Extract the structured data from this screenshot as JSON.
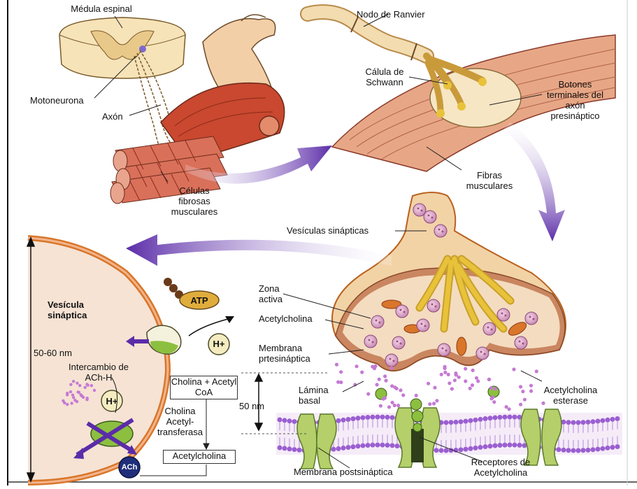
{
  "labels": {
    "medula_espinal": "Médula espinal",
    "nodo_ranvier": "Nodo de Ranvier",
    "celula_schwann": "Cálula de Schwann",
    "motoneurona": "Motoneurona",
    "axon": "Axón",
    "botones_terminales": "Botones terminales del axón presináptico",
    "celulas_fibrosas": "Células fibrosas musculares",
    "fibras_musculares": "Fibras musculares",
    "vesiculas_sinapticas": "Vesículas sinápticas",
    "vesicula_sinaptica": "Vesícula sináptica",
    "atp": "ATP",
    "h_plus": "H+",
    "zona_activa": "Zona activa",
    "acetylcholina": "Acetylcholina",
    "membrana_prtesinaptica": "Membrana prtesináptica",
    "size_50_60": "50-60 nm",
    "intercambio": "Intercambio de ACh-H",
    "cholina_acetyl_coa": "Cholina + Acetyl CoA",
    "lamina_basal": "Lámina basal",
    "acetylcholina_esterase": "Acetylcholina esterase",
    "size_50": "50 nm",
    "cholina_transferasa": "Cholina Acetyl-transferasa",
    "acetylcholina_box": "Acetylcholina",
    "ach": "ACh",
    "membrana_postsinaptica": "Membrana postsináptica",
    "receptores": "Receptores de Acetylcholina"
  },
  "colors": {
    "arrow_purple": "#5b2ca8",
    "muscle_red": "#c9482f",
    "terminal_tan": "#f2d3a6",
    "terminal_outline": "#b8611f",
    "vesicle_pink": "#e9b9d6",
    "vesicle_dot": "#a0507f",
    "mito_orange": "#d9762a",
    "yellow_branch": "#e8c23a",
    "membrane_purple": "#9a5fd1",
    "receptor_green": "#b5cf6a",
    "cleft_green": "#8cbf3f"
  }
}
